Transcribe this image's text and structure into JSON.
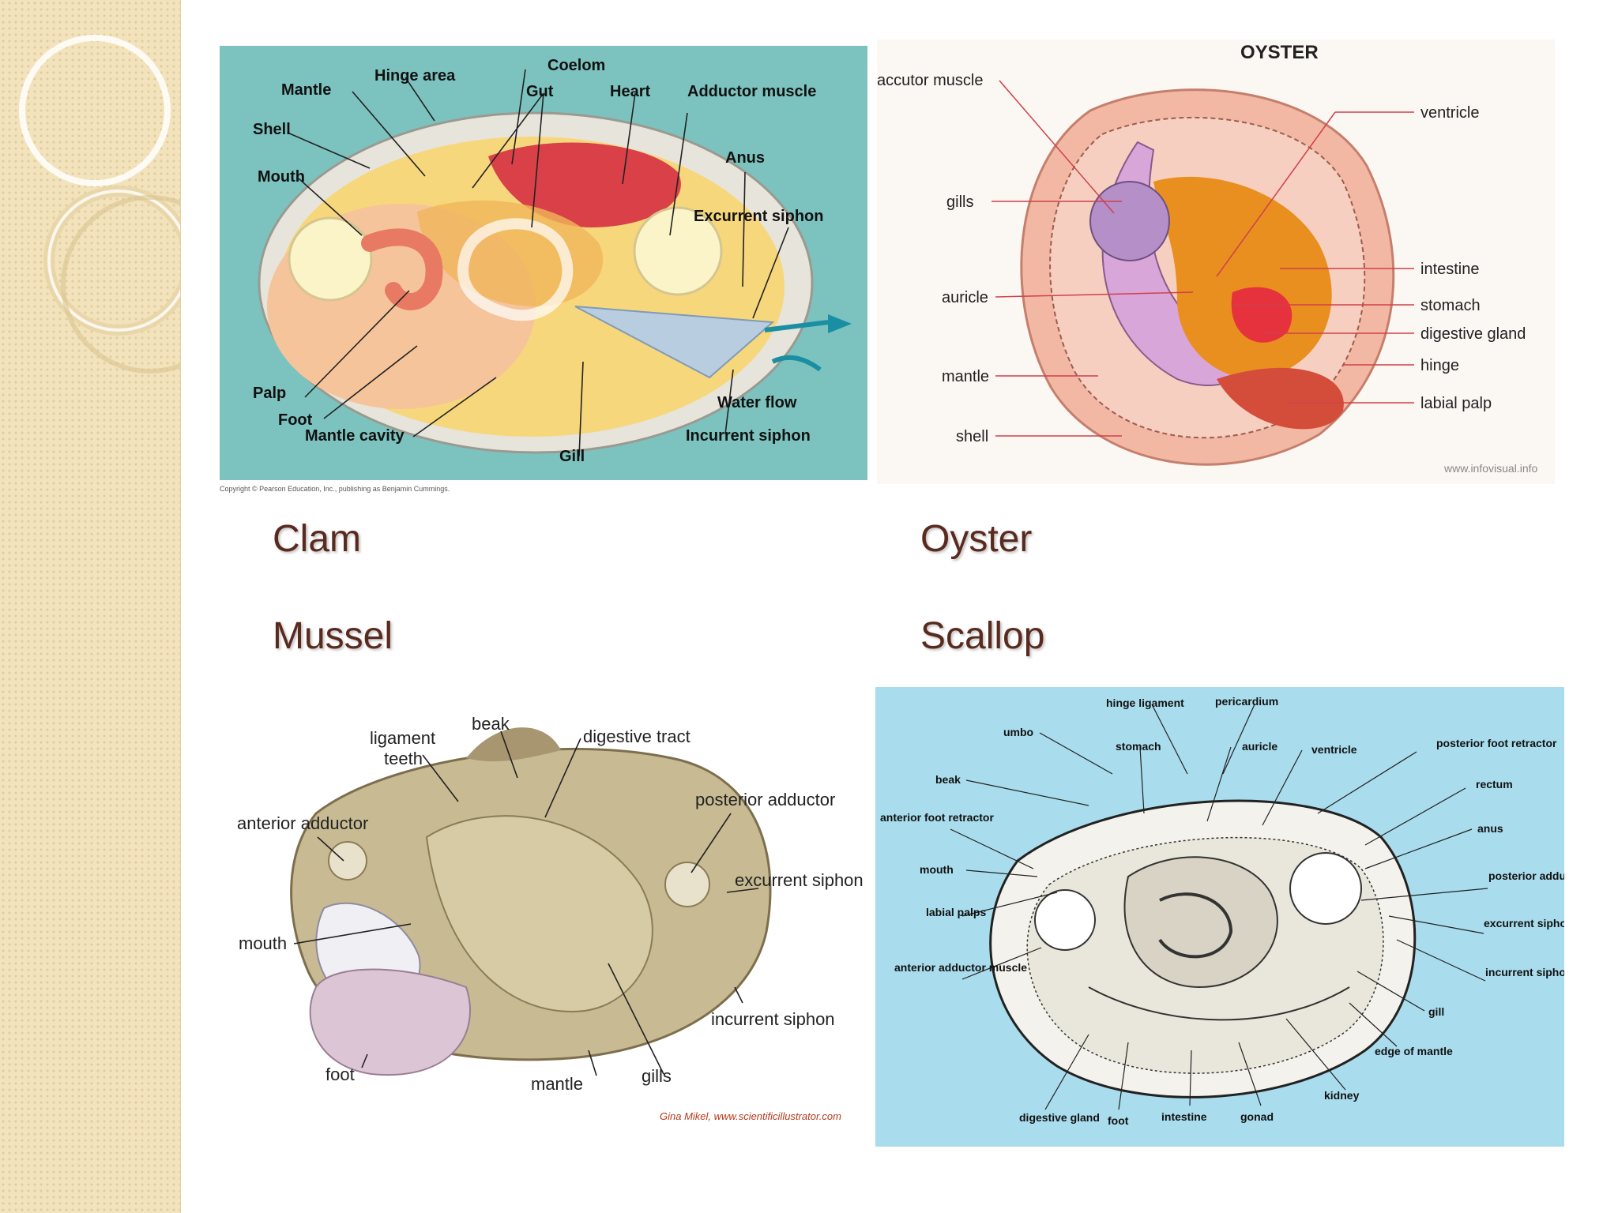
{
  "captions": {
    "clam": "Clam",
    "oyster": "Oyster",
    "mussel": "Mussel",
    "scallop": "Scallop"
  },
  "clam_diagram": {
    "labels": {
      "mantle": "Mantle",
      "hinge_area": "Hinge area",
      "coelom": "Coelom",
      "gut": "Gut",
      "heart": "Heart",
      "adductor_muscle": "Adductor muscle",
      "shell": "Shell",
      "mouth": "Mouth",
      "anus": "Anus",
      "excurrent_siphon": "Excurrent siphon",
      "palp": "Palp",
      "foot": "Foot",
      "mantle_cavity": "Mantle cavity",
      "gill": "Gill",
      "incurrent_siphon": "Incurrent siphon",
      "water_flow": "Water flow"
    },
    "copyright": "Copyright © Pearson Education, Inc., publishing as Benjamin Cummings."
  },
  "oyster_diagram": {
    "title": "OYSTER",
    "labels": {
      "adductor_muscle": "accutor muscle",
      "gills": "gills",
      "auricle": "auricle",
      "mantle": "mantle",
      "shell": "shell",
      "ventricle": "ventricle",
      "intestine": "intestine",
      "stomach": "stomach",
      "digestive_gland": "digestive gland",
      "hinge": "hinge",
      "labial_palp": "labial palp"
    },
    "credit": "www.infovisual.info"
  },
  "mussel_diagram": {
    "labels": {
      "ligament": "ligament",
      "teeth": "teeth",
      "beak": "beak",
      "digestive_tract": "digestive tract",
      "anterior_adductor": "anterior adductor",
      "posterior_adductor": "posterior adductor",
      "excurrent_siphon": "excurrent siphon",
      "mouth": "mouth",
      "incurrent_siphon": "incurrent siphon",
      "foot": "foot",
      "mantle": "mantle",
      "gills": "gills"
    },
    "credit": "Gina Mikel, www.scientificillustrator.com"
  },
  "scallop_diagram": {
    "labels": {
      "hinge_ligament": "hinge ligament",
      "pericardium": "pericardium",
      "umbo": "umbo",
      "stomach": "stomach",
      "auricle": "auricle",
      "ventricle": "ventricle",
      "posterior_foot_retractor": "posterior foot retractor",
      "beak": "beak",
      "rectum": "rectum",
      "anterior_foot_retractor": "anterior foot retractor",
      "anus": "anus",
      "mouth": "mouth",
      "posterior_adductor_muscle": "posterior adductor muscle",
      "labial_palps": "labial palps",
      "excurrent_siphon": "excurrent siphon",
      "anterior_adductor_muscle": "anterior adductor muscle",
      "incurrent_siphon": "incurrent siphon",
      "gill": "gill",
      "edge_of_mantle": "edge of mantle",
      "kidney": "kidney",
      "digestive_gland": "digestive gland",
      "foot": "foot",
      "intestine": "intestine",
      "gonad": "gonad"
    }
  }
}
